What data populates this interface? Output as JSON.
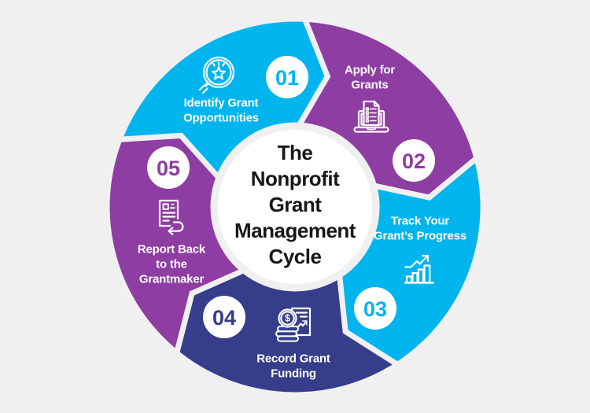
{
  "title": {
    "lines": [
      "The",
      "Nonprofit",
      "Grant",
      "Management",
      "Cycle"
    ]
  },
  "colors": {
    "cyan": "#00b4ee",
    "purple": "#8e3da2",
    "navy": "#363d8a",
    "background": "#f0f0f1",
    "badge_background": "#ffffff",
    "label_text": "#ffffff",
    "title_text": "#171717"
  },
  "segments": [
    {
      "number": "01",
      "label_lines": [
        "Identify Grant",
        "Opportunities"
      ],
      "icon": "magnifier-star-icon",
      "color": "#00b4ee"
    },
    {
      "number": "02",
      "label_lines": [
        "Apply for",
        "Grants"
      ],
      "icon": "laptop-application-icon",
      "color": "#8e3da2"
    },
    {
      "number": "03",
      "label_lines": [
        "Track Your",
        "Grant’s Progress"
      ],
      "icon": "growth-chart-icon",
      "color": "#00b4ee"
    },
    {
      "number": "04",
      "label_lines": [
        "Record Grant",
        "Funding"
      ],
      "icon": "grant-funding-coins-icon",
      "color": "#363d8a"
    },
    {
      "number": "05",
      "label_lines": [
        "Report Back",
        "to the",
        "Grantmaker"
      ],
      "icon": "report-return-icon",
      "color": "#8e3da2"
    }
  ]
}
